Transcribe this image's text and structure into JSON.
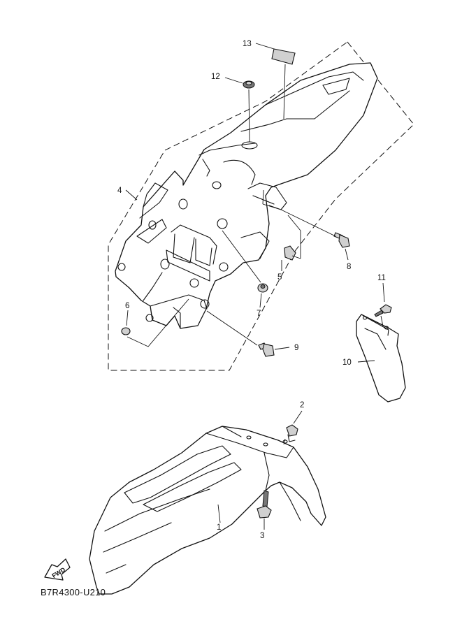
{
  "diagram_code": "B7R4300-U210",
  "fwd_label": "FWD",
  "callouts": [
    {
      "id": "1",
      "label": "1"
    },
    {
      "id": "2",
      "label": "2"
    },
    {
      "id": "3",
      "label": "3"
    },
    {
      "id": "4",
      "label": "4"
    },
    {
      "id": "5",
      "label": "5"
    },
    {
      "id": "6",
      "label": "6"
    },
    {
      "id": "7",
      "label": "7"
    },
    {
      "id": "8",
      "label": "8"
    },
    {
      "id": "9",
      "label": "9"
    },
    {
      "id": "10",
      "label": "10"
    },
    {
      "id": "11",
      "label": "11"
    },
    {
      "id": "12",
      "label": "12"
    },
    {
      "id": "13",
      "label": "13"
    }
  ]
}
